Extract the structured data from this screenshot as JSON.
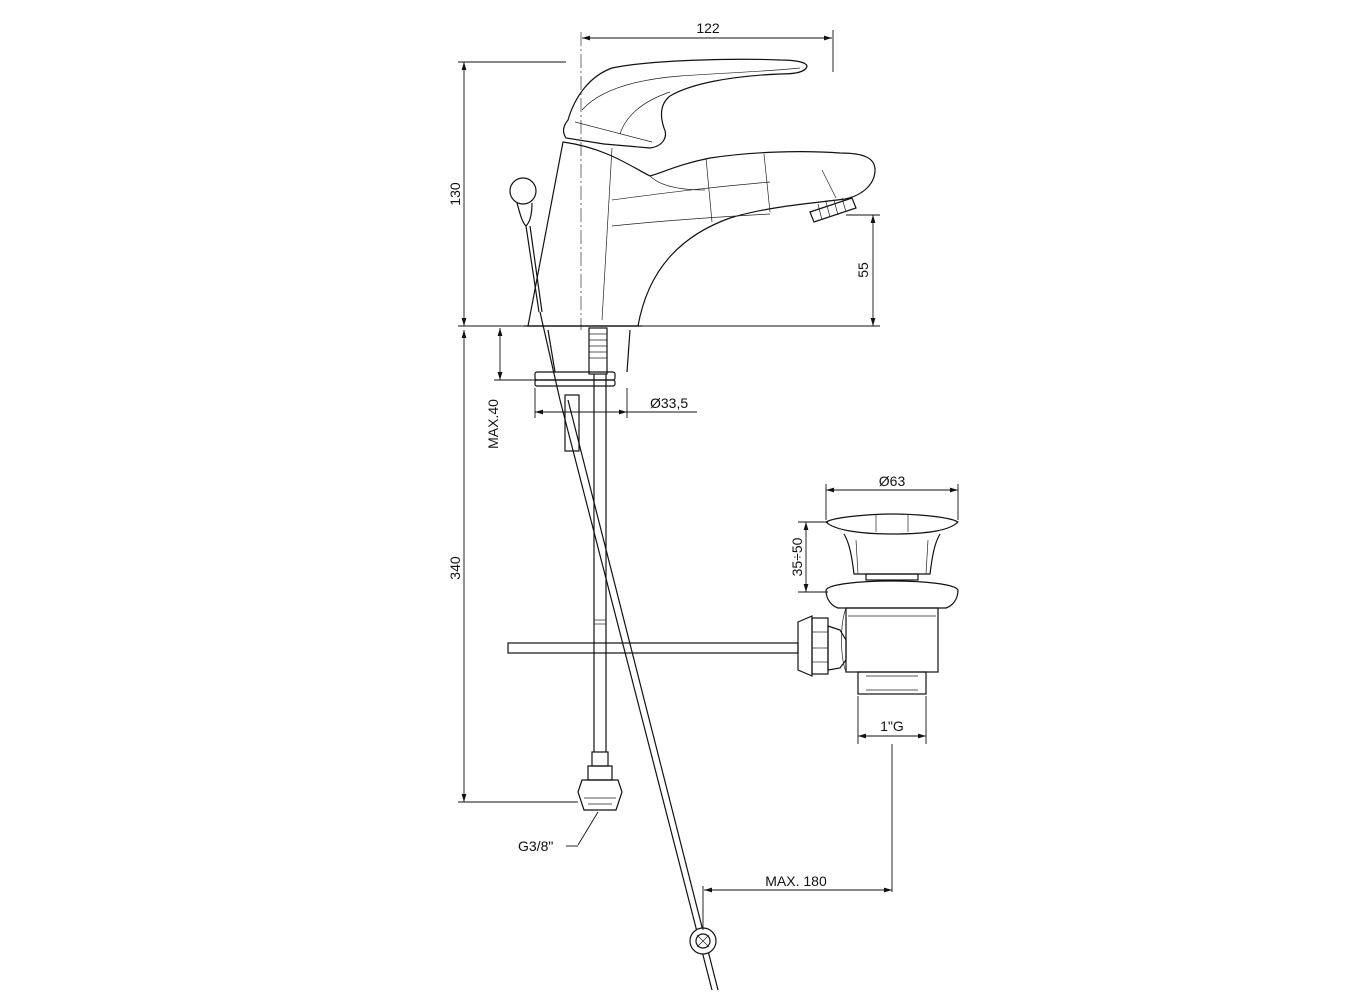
{
  "dimensions": {
    "spout_reach": "122",
    "total_height": "130",
    "spout_height": "55",
    "max_deck": "MAX.40",
    "body_diameter": "Ø33,5",
    "hose_length": "340",
    "hose_thread": "G3/8\"",
    "waste_diameter": "Ø63",
    "waste_range": "35÷50",
    "waste_thread": "1\"G",
    "rod_max": "MAX. 180"
  }
}
